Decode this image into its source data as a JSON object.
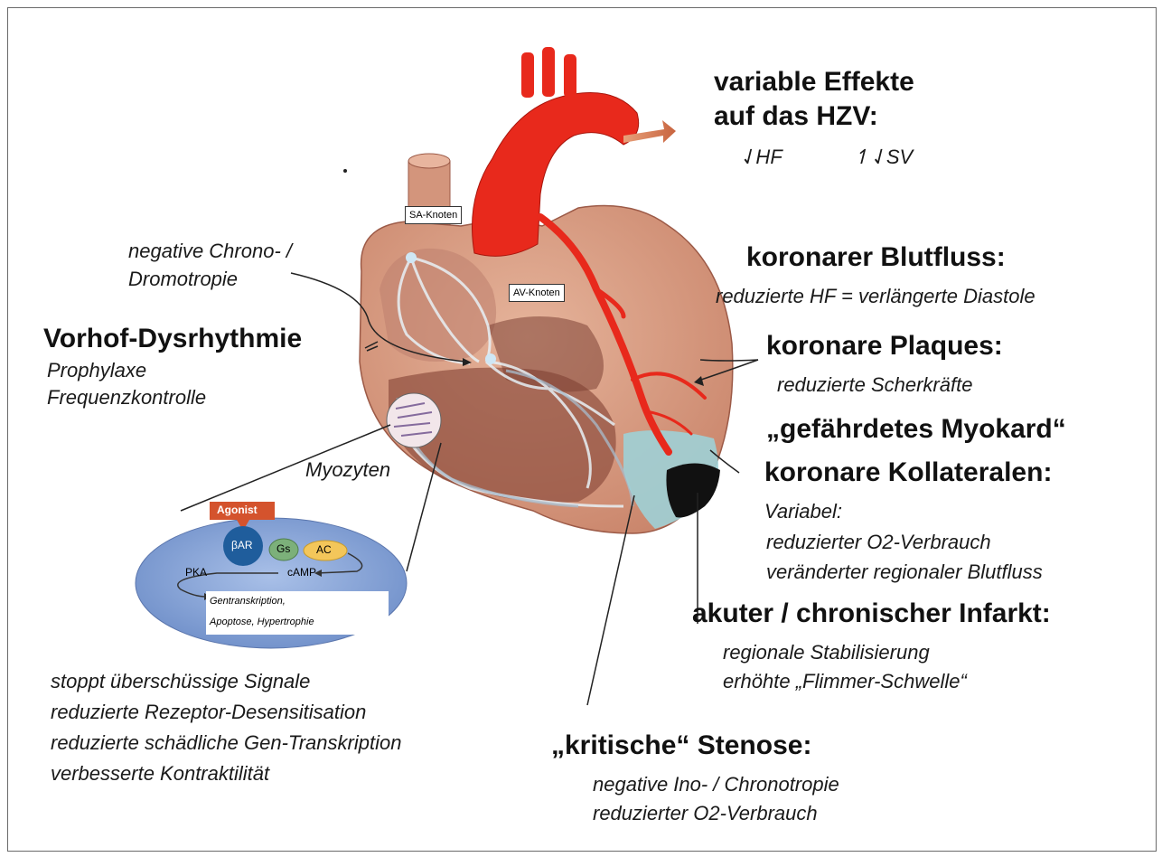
{
  "hzv": {
    "title_line1": "variable Effekte",
    "title_line2": "auf das HZV:",
    "hf": "⇃HF",
    "sv": "↿⇃SV"
  },
  "sa_node": "SA-Knoten",
  "av_node": "AV-Knoten",
  "chrono": {
    "line1": "negative Chrono- /",
    "line2": "Dromotropie"
  },
  "vorhof": {
    "title": "Vorhof-Dysrhythmie",
    "line1": "Prophylaxe",
    "line2": "Frequenzkontrolle"
  },
  "blutfluss": {
    "title": "koronarer Blutfluss:",
    "text": "reduzierte HF = verlängerte Diastole"
  },
  "plaques": {
    "title": "koronare Plaques:",
    "text": "reduzierte Scherkräfte"
  },
  "myokard": {
    "title": "„gefährdetes Myokard“"
  },
  "kollateralen": {
    "title": "koronare Kollateralen:",
    "line1": "Variabel:",
    "line2": "reduzierter O2-Verbrauch",
    "line3": "veränderter regionaler Blutfluss"
  },
  "infarkt": {
    "title": "akuter / chronischer Infarkt:",
    "line1": "regionale Stabilisierung",
    "line2": "erhöhte „Flimmer-Schwelle“"
  },
  "myozyten": "Myozyten",
  "cell": {
    "agonist": "Agonist",
    "bar": "βAR",
    "gs": "Gs",
    "ac": "AC",
    "pka": "PKA",
    "camp": "cAMP",
    "result_line1": "Gentranskription,",
    "result_line2": "Apoptose, Hypertrophie"
  },
  "effects": {
    "line1": "stoppt überschüssige Signale",
    "line2": "reduzierte Rezeptor-Desensitisation",
    "line3": "reduzierte schädliche Gen-Transkription",
    "line4": "verbesserte Kontraktilität"
  },
  "stenose": {
    "title": "„kritische“ Stenose:",
    "line1": "negative Ino- / Chronotropie",
    "line2": "reduzierter O2-Verbrauch"
  },
  "colors": {
    "aorta": "#e8291c",
    "heart": "#d79a7f",
    "heart_dark": "#9c5a47",
    "ischemic": "#9fd0d6",
    "infarct": "#111111",
    "cell": "#8aa6d8",
    "agonist": "#d4532d"
  }
}
